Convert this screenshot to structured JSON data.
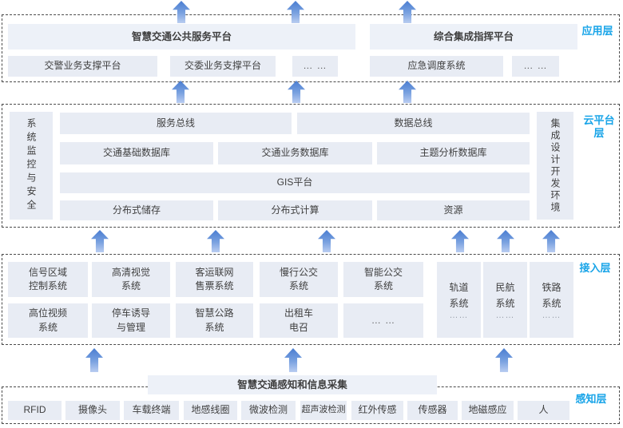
{
  "colors": {
    "accent_blue": "#18a4e8",
    "box_fill": "#e8ecf4",
    "header_fill": "#edf1f8",
    "arrow_gradient_top": "#4a7dd1",
    "arrow_gradient_bottom": "#b9cdf1",
    "dashed_border": "#4a4a4a",
    "text": "#3f3f3f"
  },
  "layers": {
    "application": {
      "label": "应用层",
      "platforms": [
        "智慧交通公共服务平台",
        "综合集成指挥平台"
      ],
      "systems": [
        "交警业务支撑平台",
        "交委业务支撑平台",
        "… …",
        "应急调度系统",
        "… …"
      ]
    },
    "cloud": {
      "label": "云平台层",
      "left_panel": "系统监控与安全",
      "right_panel": "集成设计开发环境",
      "row1": [
        "服务总线",
        "数据总线"
      ],
      "row2": [
        "交通基础数据库",
        "交通业务数据库",
        "主题分析数据库"
      ],
      "row3": [
        "GIS平台"
      ],
      "row4": [
        "分布式储存",
        "分布式计算",
        "资源"
      ]
    },
    "access": {
      "label": "接入层",
      "grid_row1": [
        "信号区域\n控制系统",
        "高清视觉\n系统",
        "客运联网\n售票系统",
        "慢行公交\n系统",
        "智能公交\n系统"
      ],
      "grid_row2": [
        "高位视频\n系统",
        "停车诱导\n与管理",
        "智慧公路\n系统",
        "出租车\n电召",
        "… …"
      ],
      "tall_boxes": [
        {
          "title": "轨道\n系统",
          "dots": "……"
        },
        {
          "title": "民航\n系统",
          "dots": "……"
        },
        {
          "title": "铁路\n系统",
          "dots": "……"
        }
      ]
    },
    "perception": {
      "label": "感知层",
      "header": "智慧交通感知和信息采集",
      "sensors": [
        "RFID",
        "摄像头",
        "车载终端",
        "地感线圈",
        "微波检测",
        "超声波检测",
        "红外传感",
        "传感器",
        "地磁感应",
        "人"
      ]
    }
  }
}
